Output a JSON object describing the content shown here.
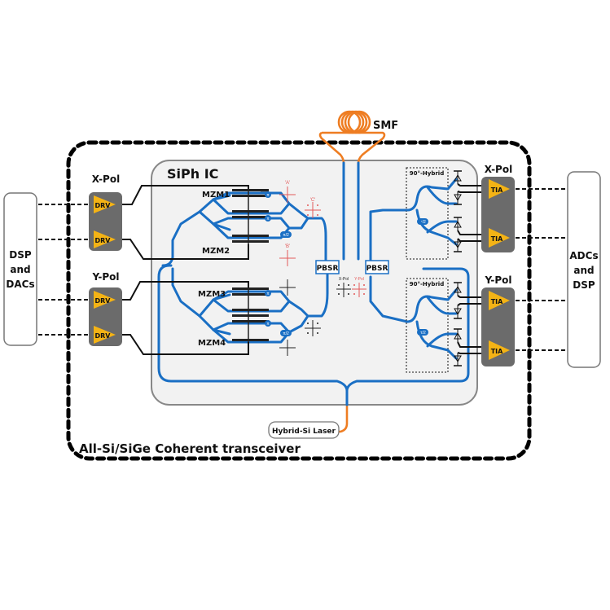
{
  "diagram": {
    "title": "All-Si/SiGe Coherent transceiver",
    "chip_label": "SiPh IC",
    "fiber_label": "SMF",
    "laser_label": "Hybrid-Si Laser",
    "left_block": {
      "line1": "DSP",
      "line2": "and",
      "line3": "DACs"
    },
    "right_block": {
      "line1": "ADCs",
      "line2": "and",
      "line3": "DSP"
    },
    "tx_groups": [
      {
        "label": "X-Pol",
        "drivers": [
          "DRV",
          "DRV"
        ]
      },
      {
        "label": "Y-Pol",
        "drivers": [
          "DRV",
          "DRV"
        ]
      }
    ],
    "rx_groups": [
      {
        "label": "X-Pol",
        "amps": [
          "TIA",
          "TIA"
        ]
      },
      {
        "label": "Y-Pol",
        "amps": [
          "TIA",
          "TIA"
        ]
      }
    ],
    "modulators": [
      "MZM1",
      "MZM2",
      "MZM3",
      "MZM4"
    ],
    "phase_shifters": {
      "pi": "π",
      "half_pi": "π/2"
    },
    "pbsr": [
      "PBSR",
      "PBSR"
    ],
    "hybrids": [
      "90°-Hybrid",
      "90°-Hybrid"
    ],
    "constellation_labels": {
      "a": "'A'",
      "b": "'B'",
      "c": "'C'",
      "x_pol": "X-Pol",
      "y_pol": "Y-Pol"
    },
    "colors": {
      "waveguide": "#1a6fc4",
      "fiber": "#ee7d22",
      "amplifier": "#f4b315",
      "amp_box": "#6b6b6b",
      "chip_bg": "#f2f2f2",
      "constellation_red": "#e35a5a"
    }
  }
}
